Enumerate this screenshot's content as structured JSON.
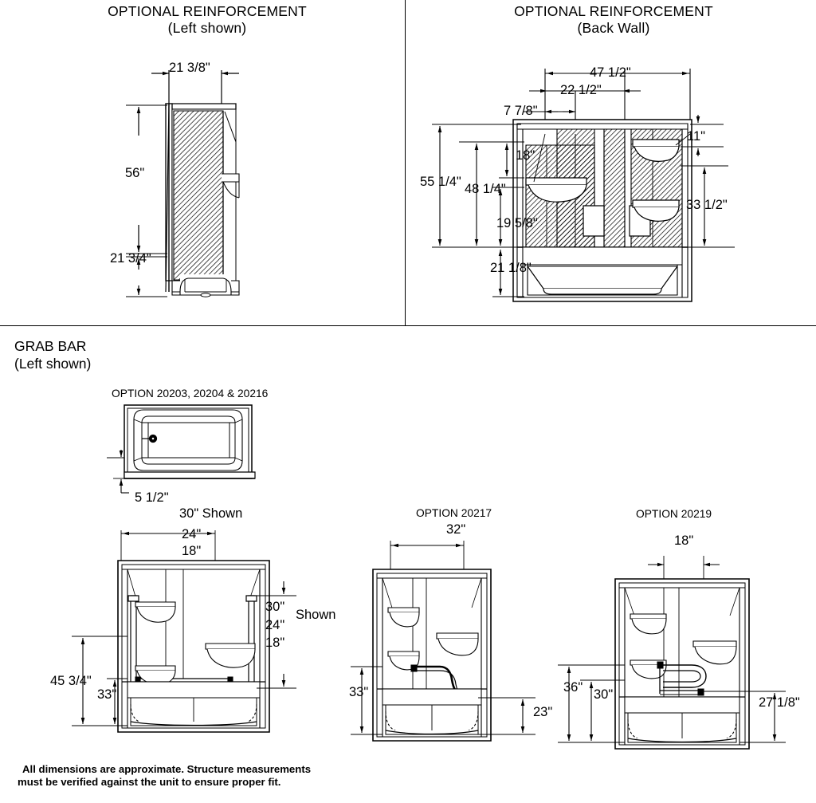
{
  "sheet": {
    "title_left": "OPTIONAL REINFORCEMENT",
    "subtitle_left": "(Left shown)",
    "title_right": "OPTIONAL REINFORCEMENT",
    "subtitle_right": "(Back Wall)",
    "grab_bar_title": "GRAB BAR",
    "grab_bar_subtitle": "(Left shown)",
    "footer_line1": "All dimensions are approximate. Structure measurements",
    "footer_line2": "must be verified against the unit to ensure proper fit."
  },
  "left_view": {
    "dim_width": "21 3/8\"",
    "dim_height": "56\"",
    "dim_base": "21 3/4\""
  },
  "back_wall": {
    "dim_overall_width": "47 1/2\"",
    "dim_inner_width": "22 1/2\"",
    "dim_offset": "7 7/8\"",
    "dim_top_right": "11\"",
    "dim_18": "18\"",
    "dim_overall_height": "55 1/4\"",
    "dim_48": "48 1/4\"",
    "dim_19": "19 5/8\"",
    "dim_21": "21 1/8\"",
    "dim_right_height": "33 1/2\""
  },
  "grab_bar": {
    "top_view": {
      "option_label": "OPTION 20203, 20204 & 20216",
      "dim_edge": "5 1/2\""
    },
    "elevation_1": {
      "dim_top_shown": "30\" Shown",
      "dim_24": "24\"",
      "dim_18": "18\"",
      "right_stack_30": "30\"",
      "right_stack_shown": "Shown",
      "right_stack_24": "24\"",
      "right_stack_18": "18\"",
      "dim_45": "45 3/4\"",
      "dim_33": "33\""
    },
    "elevation_2": {
      "option_label": "OPTION 20217",
      "dim_width": "32\"",
      "dim_left_height": "33\"",
      "dim_right_height": "23\""
    },
    "elevation_3": {
      "option_label": "OPTION 20219",
      "dim_width": "18\"",
      "dim_36": "36\"",
      "dim_30": "30\"",
      "dim_right_height": "27 1/8\""
    }
  },
  "colors": {
    "line": "#000000",
    "background": "#ffffff",
    "hatch": "#000000"
  }
}
